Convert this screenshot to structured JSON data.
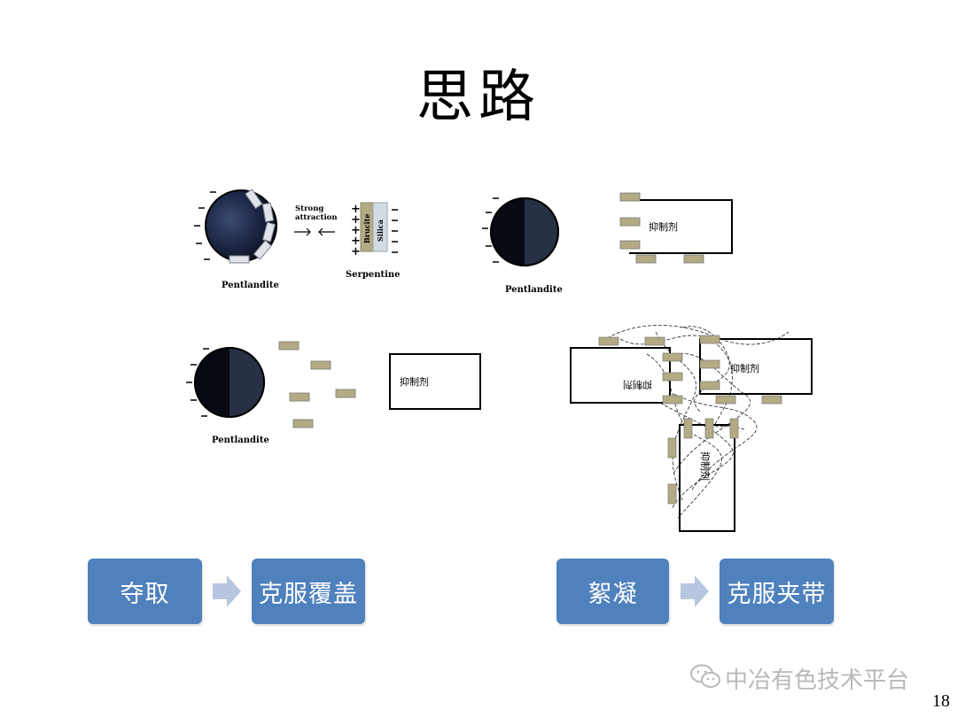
{
  "title": "思路",
  "page_number": "18",
  "watermark": {
    "text": "中冶有色技术平台",
    "icon": "wechat-icon",
    "color": "#b9b9b9"
  },
  "colors": {
    "flow_box": "#4f81bd",
    "flow_arrow": "#b8c7e0",
    "particle": "#283045",
    "brucite": "#b3ab84",
    "silica": "#d3dbe2"
  },
  "diagrams": {
    "serpentine_coating": {
      "pentlandite_label": "Pentlandite",
      "force_label_line1": "Strong",
      "force_label_line2": "attraction",
      "serpentine_label": "Serpentine",
      "brucite_label": "Brucite",
      "silica_label": "Silica"
    },
    "depressant_capture": {
      "pentlandite_label": "Pentlandite",
      "depressant_label": "抑制剂"
    },
    "dispersed": {
      "pentlandite_label": "Pentlandite",
      "depressant_label": "抑制剂"
    },
    "flocculation": {
      "labels": [
        "抑制剂",
        "抑制剂",
        "抑制剂"
      ]
    }
  },
  "flows": [
    {
      "from": "夺取",
      "to": "克服覆盖"
    },
    {
      "from": "絮凝",
      "to": "克服夹带"
    }
  ]
}
